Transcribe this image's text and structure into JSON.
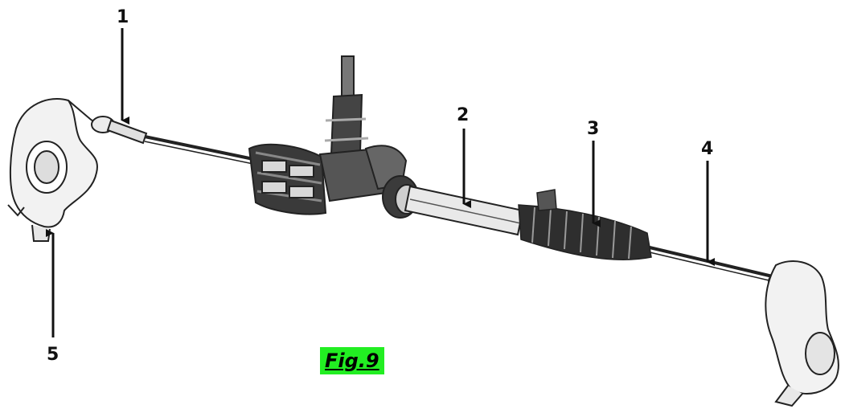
{
  "callouts": [
    {
      "id": "1",
      "label": "1"
    },
    {
      "id": "2",
      "label": "2"
    },
    {
      "id": "3",
      "label": "3"
    },
    {
      "id": "4",
      "label": "4"
    },
    {
      "id": "5",
      "label": "5"
    }
  ],
  "caption": {
    "text": "Fig.9",
    "highlight_color": "#22ee22"
  },
  "colors": {
    "ink": "#111111",
    "background": "#ffffff"
  }
}
